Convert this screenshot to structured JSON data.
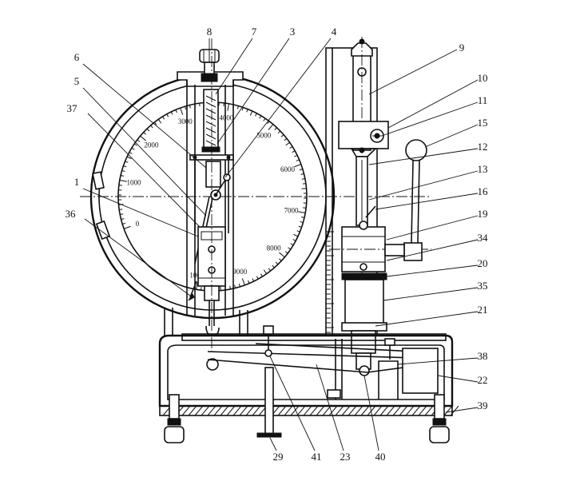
{
  "callouts": [
    {
      "id": "8",
      "text": "8"
    },
    {
      "id": "7",
      "text": "7"
    },
    {
      "id": "3",
      "text": "3"
    },
    {
      "id": "4",
      "text": "4"
    },
    {
      "id": "9",
      "text": "9"
    },
    {
      "id": "10",
      "text": "10"
    },
    {
      "id": "11",
      "text": "11"
    },
    {
      "id": "15",
      "text": "15"
    },
    {
      "id": "12",
      "text": "12"
    },
    {
      "id": "13",
      "text": "13"
    },
    {
      "id": "16",
      "text": "16"
    },
    {
      "id": "19",
      "text": "19"
    },
    {
      "id": "34",
      "text": "34"
    },
    {
      "id": "20",
      "text": "20"
    },
    {
      "id": "35",
      "text": "35"
    },
    {
      "id": "21",
      "text": "21"
    },
    {
      "id": "38",
      "text": "38"
    },
    {
      "id": "22",
      "text": "22"
    },
    {
      "id": "39",
      "text": "39"
    },
    {
      "id": "6",
      "text": "6"
    },
    {
      "id": "5",
      "text": "5"
    },
    {
      "id": "37",
      "text": "37"
    },
    {
      "id": "1",
      "text": "1"
    },
    {
      "id": "36",
      "text": "36"
    },
    {
      "id": "29",
      "text": "29"
    },
    {
      "id": "41",
      "text": "41"
    },
    {
      "id": "23",
      "text": "23"
    },
    {
      "id": "40",
      "text": "40"
    }
  ],
  "dial": {
    "labels": [
      "0",
      "1000",
      "2000",
      "3000",
      "4000",
      "5000",
      "6000",
      "7000",
      "8000",
      "9000",
      "10000"
    ]
  }
}
